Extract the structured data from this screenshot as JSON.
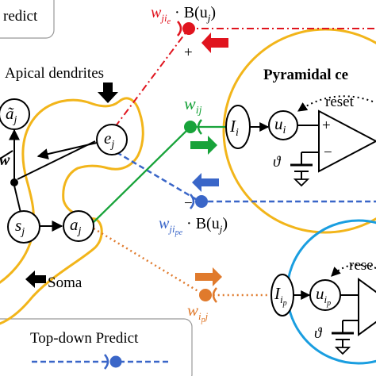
{
  "colors": {
    "soma_outline": "#f2b51a",
    "blue_cell": "#1a9ee0",
    "red": "#e0141e",
    "green": "#18a33a",
    "blue": "#3a66c8",
    "orange": "#e07a2c",
    "black": "#000000"
  },
  "legend_top": {
    "label": "redict"
  },
  "legend_bottom": {
    "label": "Top-down Predict"
  },
  "labels": {
    "apical_dendrites": "Apical dendrites",
    "soma": "Soma",
    "pyramidal": "Pyramidal ce",
    "reset1": "reset",
    "reset2": "rese",
    "vartheta": "ϑ",
    "plus_sign": "+",
    "minus_sign": "−",
    "opamp_plus": "+",
    "opamp_minus": "−"
  },
  "nodes": {
    "a_tilde": {
      "base": "ã",
      "sub": "j"
    },
    "e": {
      "base": "e",
      "sub": "j"
    },
    "s": {
      "base": "s",
      "sub": "j"
    },
    "a": {
      "base": "a",
      "sub": "j"
    },
    "I_i": {
      "base": "I",
      "sub": "i"
    },
    "u_i": {
      "base": "u",
      "sub": "i"
    },
    "I_ip": {
      "base": "I",
      "sub": "i",
      "subsub": "p"
    },
    "u_ip": {
      "base": "u",
      "sub": "i",
      "subsub": "p"
    }
  },
  "weights": {
    "w_jie": {
      "base": "w",
      "sub": "ji",
      "subsub": "e",
      "suffix": " · B(u",
      "suffix_sub": "j",
      "suffix_end": ")"
    },
    "w_ij": {
      "base": "w",
      "sub": "ij"
    },
    "w_jipe": {
      "base": "w",
      "sub": "ji",
      "subsub": "pe",
      "suffix": " · B(u",
      "suffix_sub": "j",
      "suffix_end": ")"
    },
    "w_ipj": {
      "base": "w",
      "sub": "i",
      "subsub": "p",
      "sub2": "j"
    }
  },
  "icons": [
    "down-arrow-icon",
    "left-arrow-icon",
    "right-arrow-icon",
    "ground-icon",
    "opamp-icon",
    "synapse-icon",
    "dashed-reset-arrow-icon"
  ]
}
